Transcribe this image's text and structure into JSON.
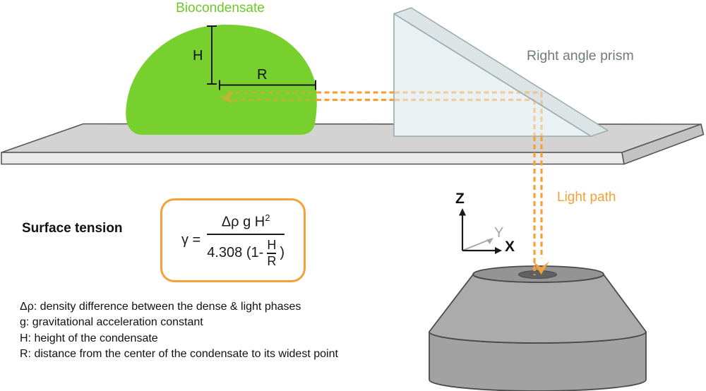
{
  "labels": {
    "biocondensate": "Biocondensate",
    "prism": "Right angle prism",
    "light_path": "Light path",
    "height": "H",
    "radius": "R",
    "axis_z": "Z",
    "axis_y": "Y",
    "axis_x": "X"
  },
  "formula": {
    "title": "Surface tension",
    "lhs": "γ =",
    "numerator_base": "Δρ g H",
    "numerator_sup": "2",
    "denominator_prefix": "4.308 (1-",
    "denominator_frac_num": "H",
    "denominator_frac_den": "R",
    "denominator_suffix": ")"
  },
  "definitions": [
    "Δρ: density difference between the dense & light phases",
    "g: gravitational acceleration constant",
    "H: height of the condensate",
    "R: distance from the center of the condensate to its widest point"
  ],
  "colors": {
    "condensate_green": "#77d02e",
    "label_green": "#6cca28",
    "light_path_orange": "#f6a137",
    "prism_label_gray": "#6e7b7b",
    "prism_fill": "#e9f1f2",
    "prism_side_fill": "#dce4e5",
    "slide_top_gray": "#d3d3d3",
    "objective_gray": "#aaaaaa",
    "axis_y_gray": "#a6a6a6"
  }
}
